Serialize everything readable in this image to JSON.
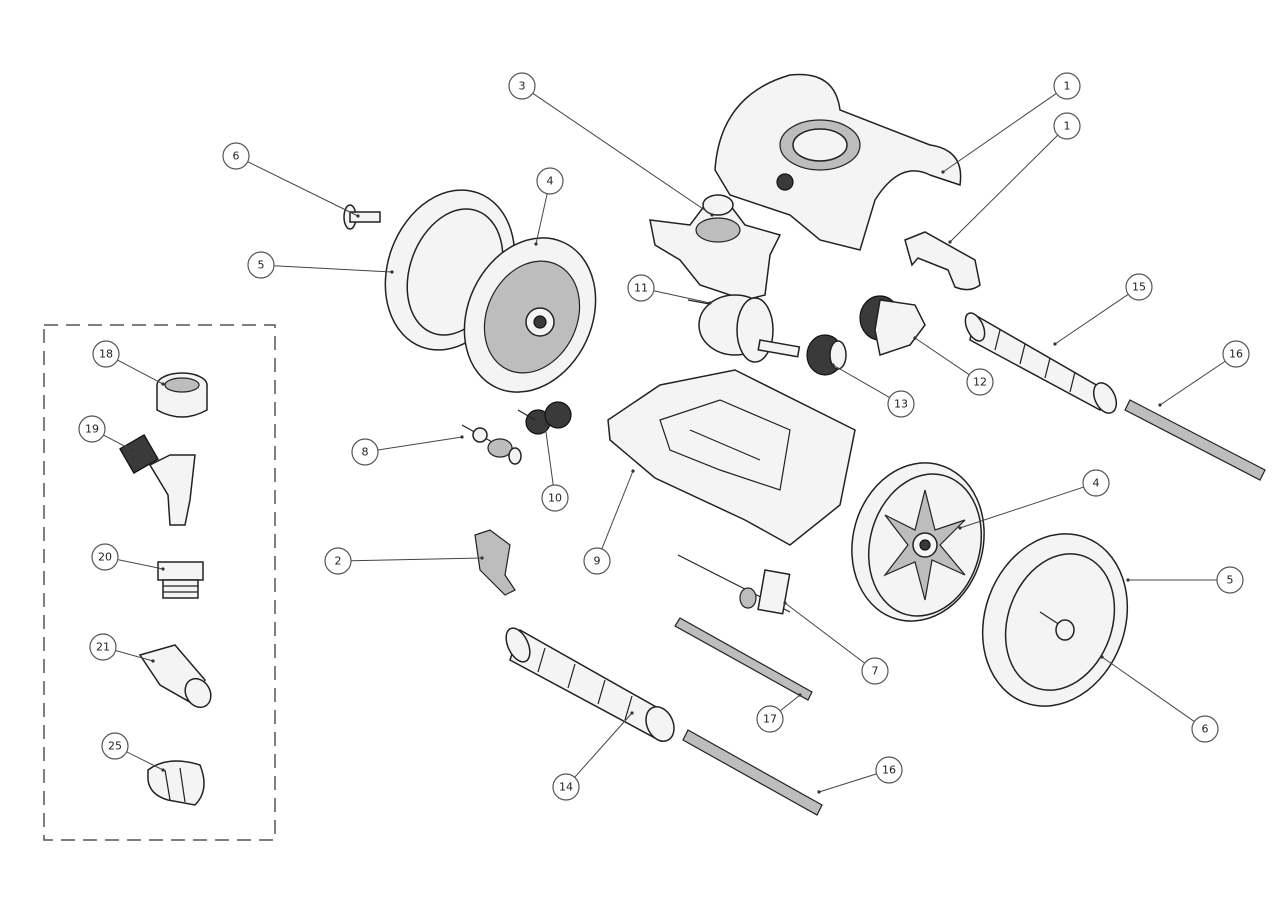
{
  "callouts": [
    {
      "id": "c1a",
      "label": "1"
    },
    {
      "id": "c1b",
      "label": "1"
    },
    {
      "id": "c3",
      "label": "3"
    },
    {
      "id": "c6a",
      "label": "6"
    },
    {
      "id": "c4a",
      "label": "4"
    },
    {
      "id": "c5a",
      "label": "5"
    },
    {
      "id": "c11",
      "label": "11"
    },
    {
      "id": "c15",
      "label": "15"
    },
    {
      "id": "c16a",
      "label": "16"
    },
    {
      "id": "c12",
      "label": "12"
    },
    {
      "id": "c13",
      "label": "13"
    },
    {
      "id": "c18",
      "label": "18"
    },
    {
      "id": "c19",
      "label": "19"
    },
    {
      "id": "c8",
      "label": "8"
    },
    {
      "id": "c10",
      "label": "10"
    },
    {
      "id": "c4b",
      "label": "4"
    },
    {
      "id": "c9",
      "label": "9"
    },
    {
      "id": "c2",
      "label": "2"
    },
    {
      "id": "c20",
      "label": "20"
    },
    {
      "id": "c5b",
      "label": "5"
    },
    {
      "id": "c7",
      "label": "7"
    },
    {
      "id": "c21",
      "label": "21"
    },
    {
      "id": "c17",
      "label": "17"
    },
    {
      "id": "c6b",
      "label": "6"
    },
    {
      "id": "c25",
      "label": "25"
    },
    {
      "id": "c16b",
      "label": "16"
    },
    {
      "id": "c14",
      "label": "14"
    }
  ]
}
